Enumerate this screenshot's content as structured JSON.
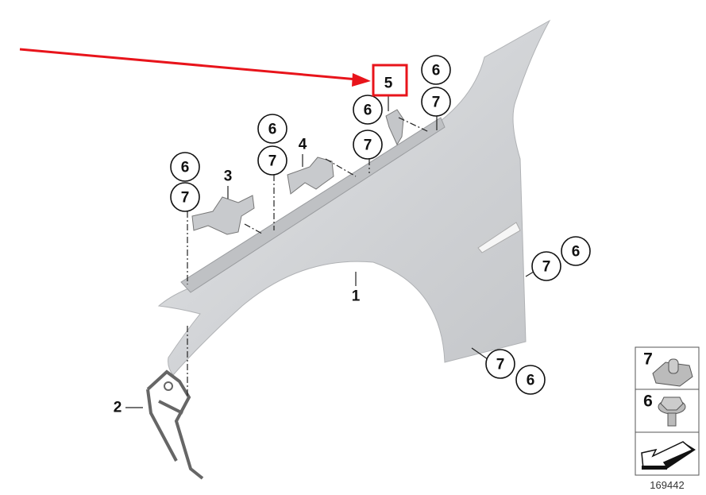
{
  "diagram": {
    "callouts": [
      {
        "label": "6"
      },
      {
        "label": "7"
      },
      {
        "label": "6"
      },
      {
        "label": "7"
      },
      {
        "label": "6"
      },
      {
        "label": "7"
      },
      {
        "label": "6"
      },
      {
        "label": "7"
      },
      {
        "label": "7"
      },
      {
        "label": "6"
      },
      {
        "label": "7"
      },
      {
        "label": "6"
      }
    ],
    "part_labels": [
      {
        "label": "1"
      },
      {
        "label": "2"
      },
      {
        "label": "3"
      },
      {
        "label": "4"
      },
      {
        "label": "5"
      }
    ],
    "highlighted_part": "5",
    "highlight_color": "#e8141b",
    "legend": [
      {
        "label": "7",
        "icon": "clip-nut-icon"
      },
      {
        "label": "6",
        "icon": "hex-bolt-icon"
      },
      {
        "label": "",
        "icon": "arrow-left-down-icon"
      }
    ],
    "catalog_number": "169442",
    "fender_color": "#d4d6d9"
  }
}
